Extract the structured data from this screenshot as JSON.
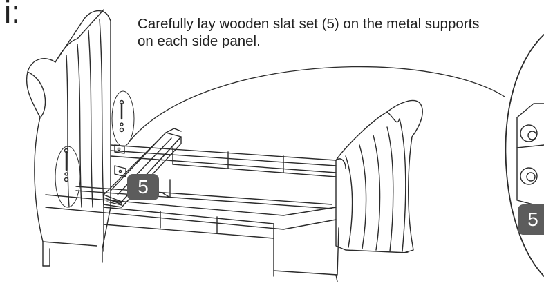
{
  "step": {
    "letter": "i:"
  },
  "instruction": "Carefully lay wooden slat set (5) on the metal supports\non each side panel.",
  "badges": {
    "main": "5",
    "detail": "5"
  },
  "colors": {
    "line": "#2b2b2b",
    "badge_fill": "#5c5c5c",
    "badge_text": "#ffffff",
    "background": "#ffffff"
  }
}
